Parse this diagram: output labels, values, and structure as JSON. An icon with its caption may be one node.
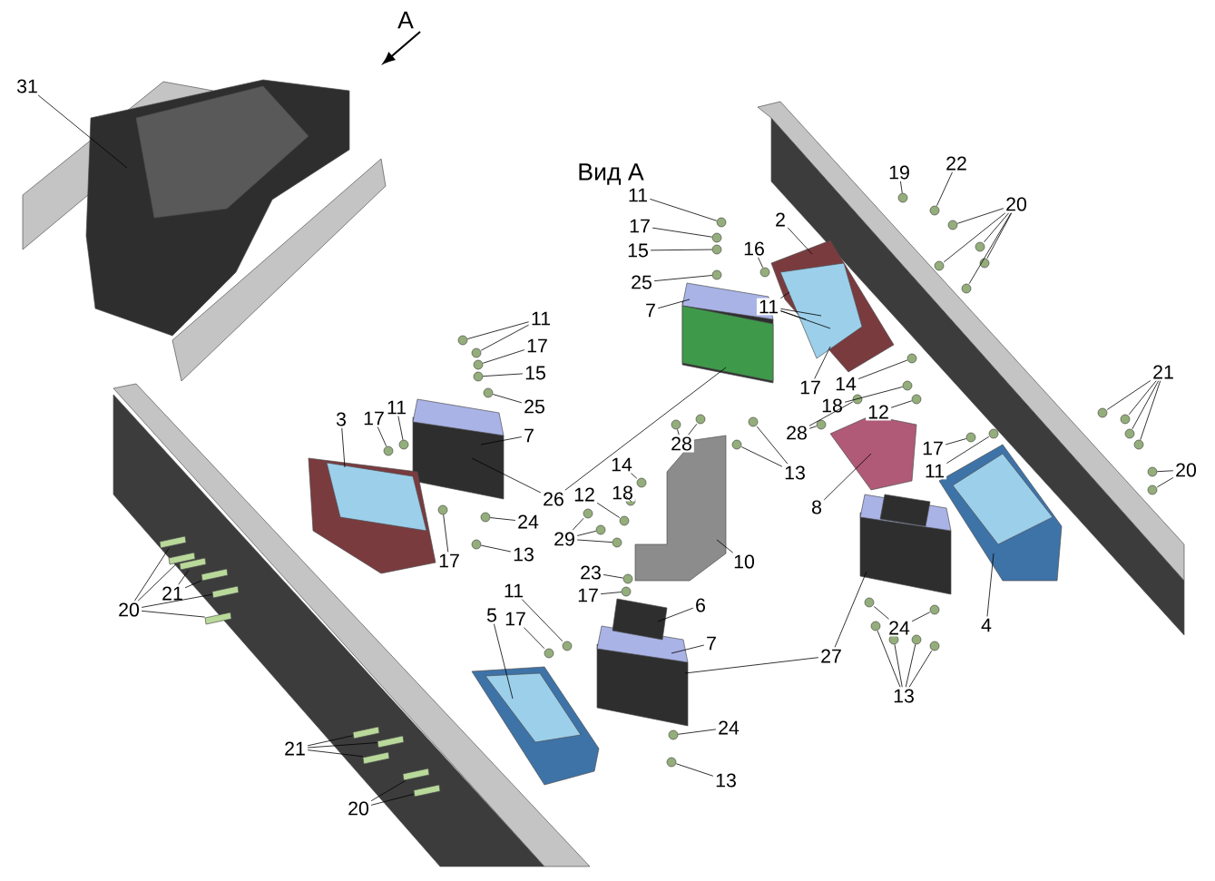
{
  "diagram": {
    "nodes": [
      {
        "text": [
          "31"
        ]
      },
      {
        "text": [
          "11"
        ]
      },
      {
        "text": [
          "17"
        ]
      },
      {
        "text": [
          "15"
        ]
      },
      {
        "text": [
          "16"
        ]
      },
      {
        "text": [
          "25"
        ]
      },
      {
        "text": [
          "7"
        ]
      },
      {
        "text": [
          "2"
        ]
      },
      {
        "text": [
          "11"
        ]
      },
      {
        "text": [
          "17"
        ]
      },
      {
        "text": [
          "14"
        ]
      },
      {
        "text": [
          "18"
        ]
      },
      {
        "text": [
          "12"
        ]
      },
      {
        "text": [
          "19"
        ]
      },
      {
        "text": [
          "22"
        ]
      },
      {
        "text": [
          "20"
        ]
      },
      {
        "text": [
          "21"
        ]
      },
      {
        "text": [
          "20"
        ]
      },
      {
        "text": [
          "11"
        ]
      },
      {
        "text": [
          "17"
        ]
      },
      {
        "text": [
          "15"
        ]
      },
      {
        "text": [
          "25"
        ]
      },
      {
        "text": [
          "7"
        ]
      },
      {
        "text": [
          "26"
        ]
      },
      {
        "text": [
          "3"
        ]
      },
      {
        "text": [
          "11"
        ]
      },
      {
        "text": [
          "17"
        ]
      },
      {
        "text": [
          "17"
        ]
      },
      {
        "text": [
          "24"
        ]
      },
      {
        "text": [
          "13"
        ]
      },
      {
        "text": [
          "14"
        ]
      },
      {
        "text": [
          "18"
        ]
      },
      {
        "text": [
          "12"
        ]
      },
      {
        "text": [
          "29"
        ]
      },
      {
        "text": [
          "28"
        ]
      },
      {
        "text": [
          "13"
        ]
      },
      {
        "text": [
          "28"
        ]
      },
      {
        "text": [
          "8"
        ]
      },
      {
        "text": [
          "17"
        ]
      },
      {
        "text": [
          "11"
        ]
      },
      {
        "text": [
          "10"
        ]
      },
      {
        "text": [
          "23"
        ]
      },
      {
        "text": [
          "17"
        ]
      },
      {
        "text": [
          "6"
        ]
      },
      {
        "text": [
          "7"
        ]
      },
      {
        "text": [
          "27"
        ]
      },
      {
        "text": [
          "11"
        ]
      },
      {
        "text": [
          "5"
        ]
      },
      {
        "text": [
          "17"
        ]
      },
      {
        "text": [
          "24"
        ]
      },
      {
        "text": [
          "13"
        ]
      },
      {
        "text": [
          "24"
        ]
      },
      {
        "text": [
          "13"
        ]
      },
      {
        "text": [
          "4"
        ]
      },
      {
        "text": [
          "21"
        ]
      },
      {
        "text": [
          "20"
        ]
      },
      {
        "text": [
          "21"
        ]
      },
      {
        "text": [
          "20"
        ]
      },
      {
        "text": [],
        "shape": "picture"
      },
      {
        "text": [],
        "shape": "box"
      },
      {
        "text": [],
        "shape": "picture"
      },
      {
        "text": [],
        "shape": "box"
      },
      {
        "text": [],
        "shape": "picture"
      },
      {
        "text": [],
        "shape": "picture"
      },
      {
        "text": [],
        "shape": "picture"
      },
      {
        "text": [],
        "shape": "box"
      },
      {
        "text": [],
        "shape": "picture"
      },
      {
        "text": [],
        "shape": "box"
      },
      {
        "text": [],
        "shape": "picture"
      },
      {
        "text": [],
        "shape": "bar"
      },
      {
        "text": [],
        "shape": "bar"
      },
      {
        "text": [],
        "shape": "bar"
      },
      {
        "text": [],
        "shape": "bar"
      },
      {
        "text": [],
        "shape": "bar"
      },
      {
        "text": [],
        "shape": "bar"
      },
      {
        "text": [],
        "shape": "bar"
      },
      {
        "text": [],
        "shape": "bar"
      },
      {
        "text": [],
        "shape": "bar"
      },
      {
        "text": [],
        "shape": "bar"
      },
      {
        "text": [],
        "shape": "bar"
      },
      {
        "text": [],
        "shape": "circle"
      },
      {
        "text": [],
        "shape": "circle"
      },
      {
        "text": [],
        "shape": "circle"
      },
      {
        "text": [],
        "shape": "circle"
      },
      {
        "text": [],
        "shape": "circle"
      },
      {
        "text": [],
        "shape": "circle"
      },
      {
        "text": [],
        "shape": "circle"
      },
      {
        "text": [],
        "shape": "circle"
      },
      {
        "text": [],
        "shape": "circle"
      },
      {
        "text": [],
        "shape": "circle"
      },
      {
        "text": [],
        "shape": "circle"
      },
      {
        "text": [],
        "shape": "circle"
      },
      {
        "text": [],
        "shape": "circle"
      },
      {
        "text": [],
        "shape": "circle"
      },
      {
        "text": [],
        "shape": "circle"
      },
      {
        "text": [],
        "shape": "circle"
      },
      {
        "text": [],
        "shape": "circle"
      },
      {
        "text": [],
        "shape": "circle"
      },
      {
        "text": [],
        "shape": "circle"
      },
      {
        "text": [],
        "shape": "circle"
      },
      {
        "text": [],
        "shape": "circle"
      },
      {
        "text": [],
        "shape": "circle"
      },
      {
        "text": [],
        "shape": "circle"
      },
      {
        "text": [],
        "shape": "circle"
      },
      {
        "text": [],
        "shape": "circle"
      },
      {
        "text": [],
        "shape": "circle"
      },
      {
        "text": [],
        "shape": "circle"
      },
      {
        "text": [],
        "shape": "circle"
      },
      {
        "text": [],
        "shape": "circle"
      },
      {
        "text": [],
        "shape": "circle"
      },
      {
        "text": [],
        "shape": "circle"
      },
      {
        "text": [],
        "shape": "circle"
      },
      {
        "text": [],
        "shape": "circle"
      },
      {
        "text": [],
        "shape": "circle"
      },
      {
        "text": [],
        "shape": "circle"
      },
      {
        "text": [],
        "shape": "circle"
      },
      {
        "text": [],
        "shape": "circle"
      },
      {
        "text": [],
        "shape": "circle"
      },
      {
        "text": [],
        "shape": "circle"
      },
      {
        "text": [],
        "shape": "circle"
      },
      {
        "text": [],
        "shape": "circle"
      },
      {
        "text": [],
        "shape": "circle"
      },
      {
        "text": [],
        "shape": "circle"
      },
      {
        "text": [],
        "shape": "circle"
      },
      {
        "text": [],
        "shape": "circle"
      },
      {
        "text": [],
        "shape": "circle"
      },
      {
        "text": [],
        "shape": "circle"
      },
      {
        "text": [],
        "shape": "circle"
      },
      {
        "text": [],
        "shape": "circle"
      },
      {
        "text": [],
        "shape": "circle"
      },
      {
        "text": [],
        "shape": "circle"
      },
      {
        "text": [],
        "shape": "circle"
      },
      {
        "text": [],
        "shape": "circle"
      },
      {
        "text": [],
        "shape": "circle"
      },
      {
        "text": [],
        "shape": "circle"
      },
      {
        "text": [],
        "shape": "circle"
      },
      {
        "text": [],
        "shape": "circle"
      }
    ],
    "edges": [
      {
        "from": 0,
        "to": 58,
        "arrow": "none"
      },
      {
        "from": 1,
        "to": 80,
        "arrow": "none"
      },
      {
        "from": 2,
        "to": 81,
        "arrow": "none"
      },
      {
        "from": 3,
        "to": 82,
        "arrow": "none"
      },
      {
        "from": 4,
        "to": 83,
        "arrow": "none"
      },
      {
        "from": 5,
        "to": 84,
        "arrow": "none"
      },
      {
        "from": 6,
        "to": 59,
        "arrow": "none"
      },
      {
        "from": 7,
        "to": 60,
        "arrow": "none"
      },
      {
        "from": 8,
        "to": 60,
        "arrow": "none"
      },
      {
        "from": 8,
        "to": 60,
        "arrow": "none"
      },
      {
        "from": 8,
        "to": 60,
        "arrow": "none"
      },
      {
        "from": 8,
        "to": 60,
        "arrow": "none"
      },
      {
        "from": 9,
        "to": 60,
        "arrow": "none"
      },
      {
        "from": 10,
        "to": 85,
        "arrow": "none"
      },
      {
        "from": 11,
        "to": 86,
        "arrow": "none"
      },
      {
        "from": 12,
        "to": 87,
        "arrow": "none"
      },
      {
        "from": 13,
        "to": 88,
        "arrow": "none"
      },
      {
        "from": 14,
        "to": 89,
        "arrow": "none"
      },
      {
        "from": 15,
        "to": 90,
        "arrow": "none"
      },
      {
        "from": 15,
        "to": 91,
        "arrow": "none"
      },
      {
        "from": 15,
        "to": 92,
        "arrow": "none"
      },
      {
        "from": 15,
        "to": 93,
        "arrow": "none"
      },
      {
        "from": 15,
        "to": 94,
        "arrow": "none"
      },
      {
        "from": 16,
        "to": 95,
        "arrow": "none"
      },
      {
        "from": 16,
        "to": 96,
        "arrow": "none"
      },
      {
        "from": 16,
        "to": 97,
        "arrow": "none"
      },
      {
        "from": 16,
        "to": 98,
        "arrow": "none"
      },
      {
        "from": 17,
        "to": 99,
        "arrow": "none"
      },
      {
        "from": 17,
        "to": 100,
        "arrow": "none"
      },
      {
        "from": 18,
        "to": 101,
        "arrow": "none"
      },
      {
        "from": 18,
        "to": 102,
        "arrow": "none"
      },
      {
        "from": 19,
        "to": 103,
        "arrow": "none"
      },
      {
        "from": 20,
        "to": 104,
        "arrow": "none"
      },
      {
        "from": 21,
        "to": 105,
        "arrow": "none"
      },
      {
        "from": 22,
        "to": 61,
        "arrow": "none"
      },
      {
        "from": 23,
        "to": 61,
        "arrow": "none"
      },
      {
        "from": 23,
        "to": 59,
        "arrow": "none"
      },
      {
        "from": 24,
        "to": 62,
        "arrow": "none"
      },
      {
        "from": 25,
        "to": 106,
        "arrow": "none"
      },
      {
        "from": 26,
        "to": 107,
        "arrow": "none"
      },
      {
        "from": 27,
        "to": 108,
        "arrow": "none"
      },
      {
        "from": 28,
        "to": 109,
        "arrow": "none"
      },
      {
        "from": 29,
        "to": 110,
        "arrow": "none"
      },
      {
        "from": 30,
        "to": 111,
        "arrow": "none"
      },
      {
        "from": 31,
        "to": 112,
        "arrow": "none"
      },
      {
        "from": 32,
        "to": 113,
        "arrow": "none"
      },
      {
        "from": 33,
        "to": 114,
        "arrow": "none"
      },
      {
        "from": 33,
        "to": 115,
        "arrow": "none"
      },
      {
        "from": 33,
        "to": 116,
        "arrow": "none"
      },
      {
        "from": 34,
        "to": 117,
        "arrow": "none"
      },
      {
        "from": 34,
        "to": 118,
        "arrow": "none"
      },
      {
        "from": 35,
        "to": 119,
        "arrow": "none"
      },
      {
        "from": 35,
        "to": 120,
        "arrow": "none"
      },
      {
        "from": 36,
        "to": 121,
        "arrow": "none"
      },
      {
        "from": 36,
        "to": 122,
        "arrow": "none"
      },
      {
        "from": 37,
        "to": 64,
        "arrow": "none"
      },
      {
        "from": 38,
        "to": 123,
        "arrow": "none"
      },
      {
        "from": 39,
        "to": 124,
        "arrow": "none"
      },
      {
        "from": 40,
        "to": 63,
        "arrow": "none"
      },
      {
        "from": 41,
        "to": 125,
        "arrow": "none"
      },
      {
        "from": 42,
        "to": 126,
        "arrow": "none"
      },
      {
        "from": 43,
        "to": 67,
        "arrow": "none"
      },
      {
        "from": 44,
        "to": 67,
        "arrow": "none"
      },
      {
        "from": 45,
        "to": 67,
        "arrow": "none"
      },
      {
        "from": 45,
        "to": 65,
        "arrow": "none"
      },
      {
        "from": 46,
        "to": 127,
        "arrow": "none"
      },
      {
        "from": 47,
        "to": 68,
        "arrow": "none"
      },
      {
        "from": 48,
        "to": 128,
        "arrow": "none"
      },
      {
        "from": 49,
        "to": 129,
        "arrow": "none"
      },
      {
        "from": 50,
        "to": 130,
        "arrow": "none"
      },
      {
        "from": 51,
        "to": 131,
        "arrow": "none"
      },
      {
        "from": 51,
        "to": 132,
        "arrow": "none"
      },
      {
        "from": 52,
        "to": 133,
        "arrow": "none"
      },
      {
        "from": 52,
        "to": 134,
        "arrow": "none"
      },
      {
        "from": 52,
        "to": 135,
        "arrow": "none"
      },
      {
        "from": 52,
        "to": 136,
        "arrow": "none"
      },
      {
        "from": 53,
        "to": 66,
        "arrow": "none"
      },
      {
        "from": 54,
        "to": 74,
        "arrow": "none"
      },
      {
        "from": 54,
        "to": 71,
        "arrow": "none"
      },
      {
        "from": 55,
        "to": 69,
        "arrow": "none"
      },
      {
        "from": 55,
        "to": 70,
        "arrow": "none"
      },
      {
        "from": 55,
        "to": 72,
        "arrow": "none"
      },
      {
        "from": 55,
        "to": 73,
        "arrow": "none"
      },
      {
        "from": 56,
        "to": 75,
        "arrow": "none"
      },
      {
        "from": 56,
        "to": 76,
        "arrow": "none"
      },
      {
        "from": 56,
        "to": 77,
        "arrow": "none"
      },
      {
        "from": 57,
        "to": 78,
        "arrow": "none"
      },
      {
        "from": 57,
        "to": 79,
        "arrow": "none"
      }
    ],
    "labels": [
      "A",
      "Вид А"
    ]
  }
}
